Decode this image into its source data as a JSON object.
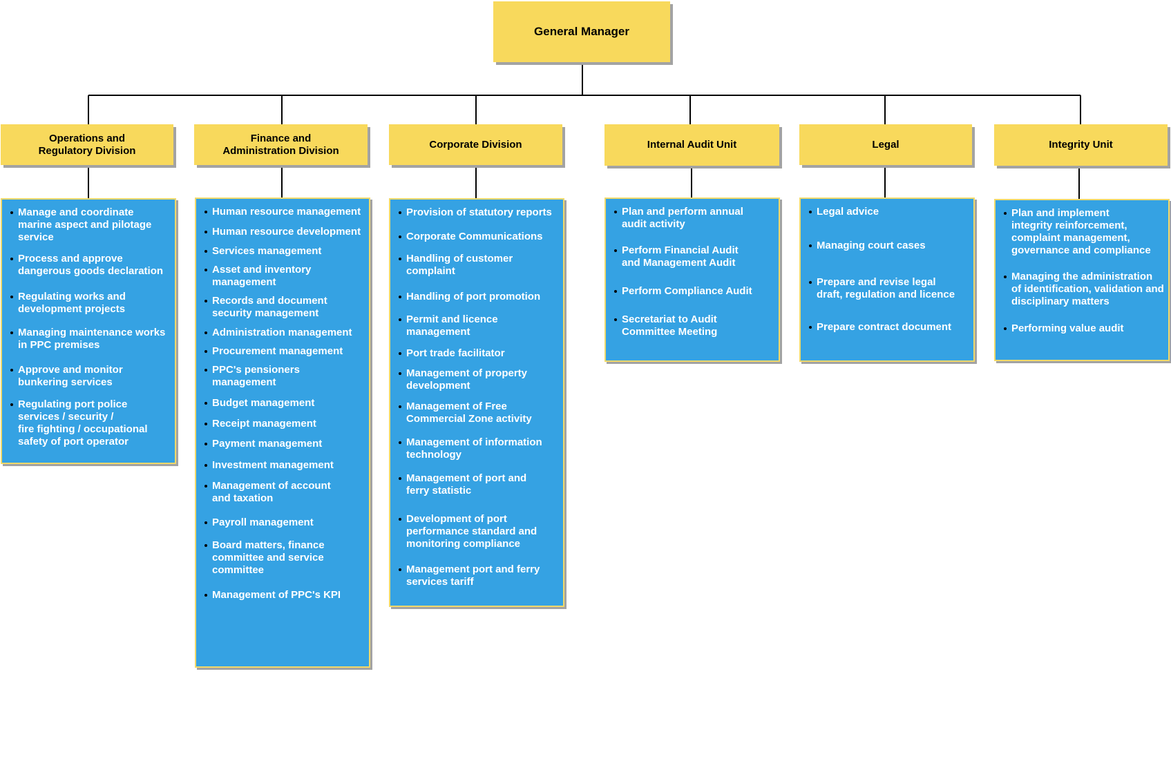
{
  "top": {
    "label": "General Manager"
  },
  "divisions": [
    {
      "label": "Operations and\nRegulatory Division",
      "items": [
        "Manage and coordinate\nmarine aspect and pilotage\nservice",
        "Process and approve\ndangerous goods declaration",
        "Regulating works and\ndevelopment projects",
        "Managing maintenance works\nin PPC premises",
        "Approve and monitor\nbunkering services",
        "Regulating port police\nservices / security /\nfire fighting / occupational\nsafety of port operator"
      ]
    },
    {
      "label": "Finance and\nAdministration Division",
      "items": [
        "Human resource management",
        "Human resource development",
        "Services management",
        "Asset and inventory\nmanagement",
        "Records and document\nsecurity management",
        "Administration management",
        "Procurement management",
        "PPC's pensioners\nmanagement",
        "Budget management",
        "Receipt management",
        "Payment management",
        "Investment management",
        "Management of account\nand taxation",
        "Payroll management",
        "Board matters, finance\ncommittee and service\ncommittee",
        "Management of PPC's KPI"
      ]
    },
    {
      "label": "Corporate Division",
      "items": [
        "Provision of statutory reports",
        "Corporate Communications",
        "Handling of customer\ncomplaint",
        "Handling of port promotion",
        "Permit and licence\nmanagement",
        "Port trade facilitator",
        "Management of property\ndevelopment",
        "Management of Free\nCommercial Zone activity",
        "Management of information\ntechnology",
        "Management of port and\nferry statistic",
        "Development of port\nperformance standard and\nmonitoring compliance",
        "Management port and ferry\nservices tariff"
      ]
    },
    {
      "label": "Internal Audit Unit",
      "items": [
        "Plan and perform annual\naudit activity",
        "Perform Financial Audit\nand Management Audit",
        "Perform Compliance Audit",
        "Secretariat to Audit\nCommittee Meeting"
      ]
    },
    {
      "label": "Legal",
      "items": [
        "Legal advice",
        "Managing court cases",
        "Prepare and revise legal\ndraft, regulation and licence",
        "Prepare contract document"
      ]
    },
    {
      "label": "Integrity Unit",
      "items": [
        "Plan and implement\nintegrity reinforcement,\ncomplaint management,\ngovernance and compliance",
        "Managing the administration\nof identification, validation and\ndisciplinary matters",
        "Performing value audit"
      ]
    }
  ]
}
